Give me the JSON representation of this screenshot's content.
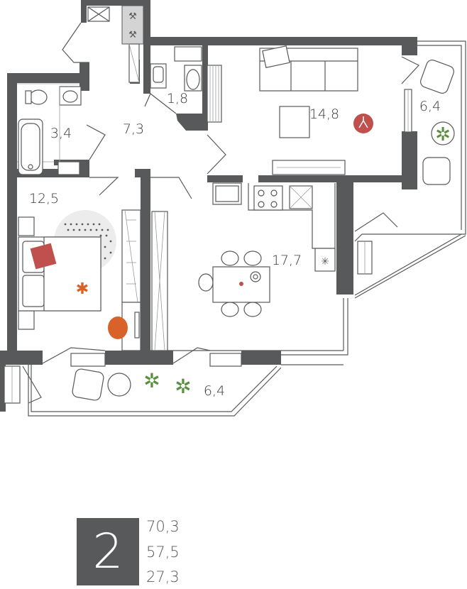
{
  "rooms": [
    {
      "id": "bathroom",
      "area": "3,4"
    },
    {
      "id": "hallway",
      "area": "7,3"
    },
    {
      "id": "wc",
      "area": "1,8"
    },
    {
      "id": "living-room",
      "area": "14,8"
    },
    {
      "id": "balcony-right",
      "area": "6,4"
    },
    {
      "id": "bedroom",
      "area": "12,5"
    },
    {
      "id": "kitchen",
      "area": "17,7"
    },
    {
      "id": "balcony-bottom",
      "area": "6,4"
    }
  ],
  "summary": {
    "room_count": "2",
    "total_area": "70,3",
    "living_area": "57,5",
    "kitchen_area": "27,3"
  },
  "colors": {
    "wall": "#58595b",
    "accent": "#c0504d",
    "plant": "#5a8f3c",
    "orange": "#d9622b"
  }
}
